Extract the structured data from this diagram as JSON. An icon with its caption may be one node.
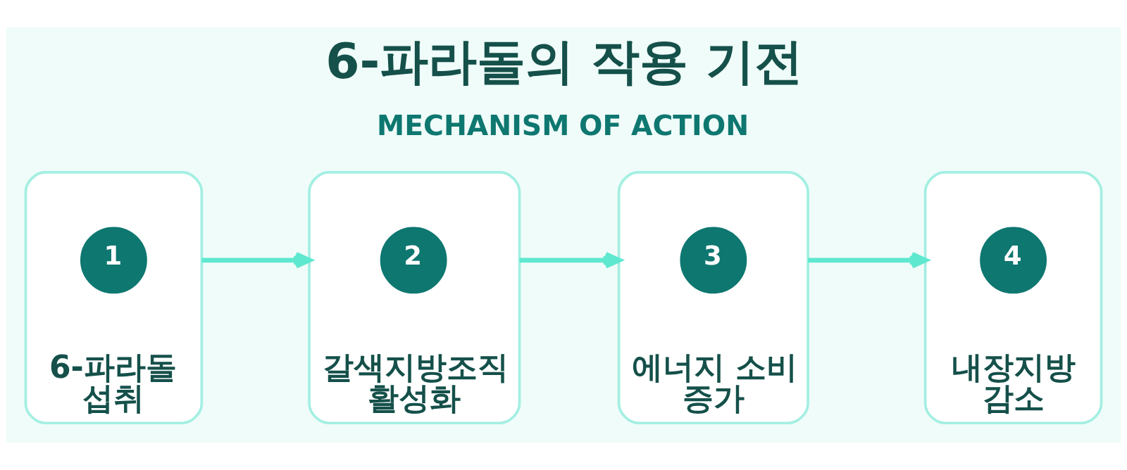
{
  "diagram": {
    "title": "6-파라돌의 작용 기전",
    "nodes": [
      {
        "text": [
          "6-파라돌 섭취"
        ]
      },
      {
        "text": [
          "1"
        ],
        "in": 0
      },
      {
        "text": [
          "갈색지방조직 활성화"
        ]
      },
      {
        "text": [
          "2"
        ],
        "in": 2
      },
      {
        "text": [
          "에너지 소비 증가"
        ]
      },
      {
        "text": [
          "3"
        ],
        "in": 4
      },
      {
        "text": [
          "내장지방 감소"
        ]
      },
      {
        "text": [
          "4"
        ],
        "in": 6
      }
    ],
    "edges": [
      {
        "from": 0,
        "to": 2,
        "arrow": "to"
      },
      {
        "from": 2,
        "to": 4,
        "arrow": "to"
      },
      {
        "from": 4,
        "to": 6,
        "arrow": "to"
      }
    ],
    "labels": [
      "MECHANISM OF ACTION"
    ]
  }
}
